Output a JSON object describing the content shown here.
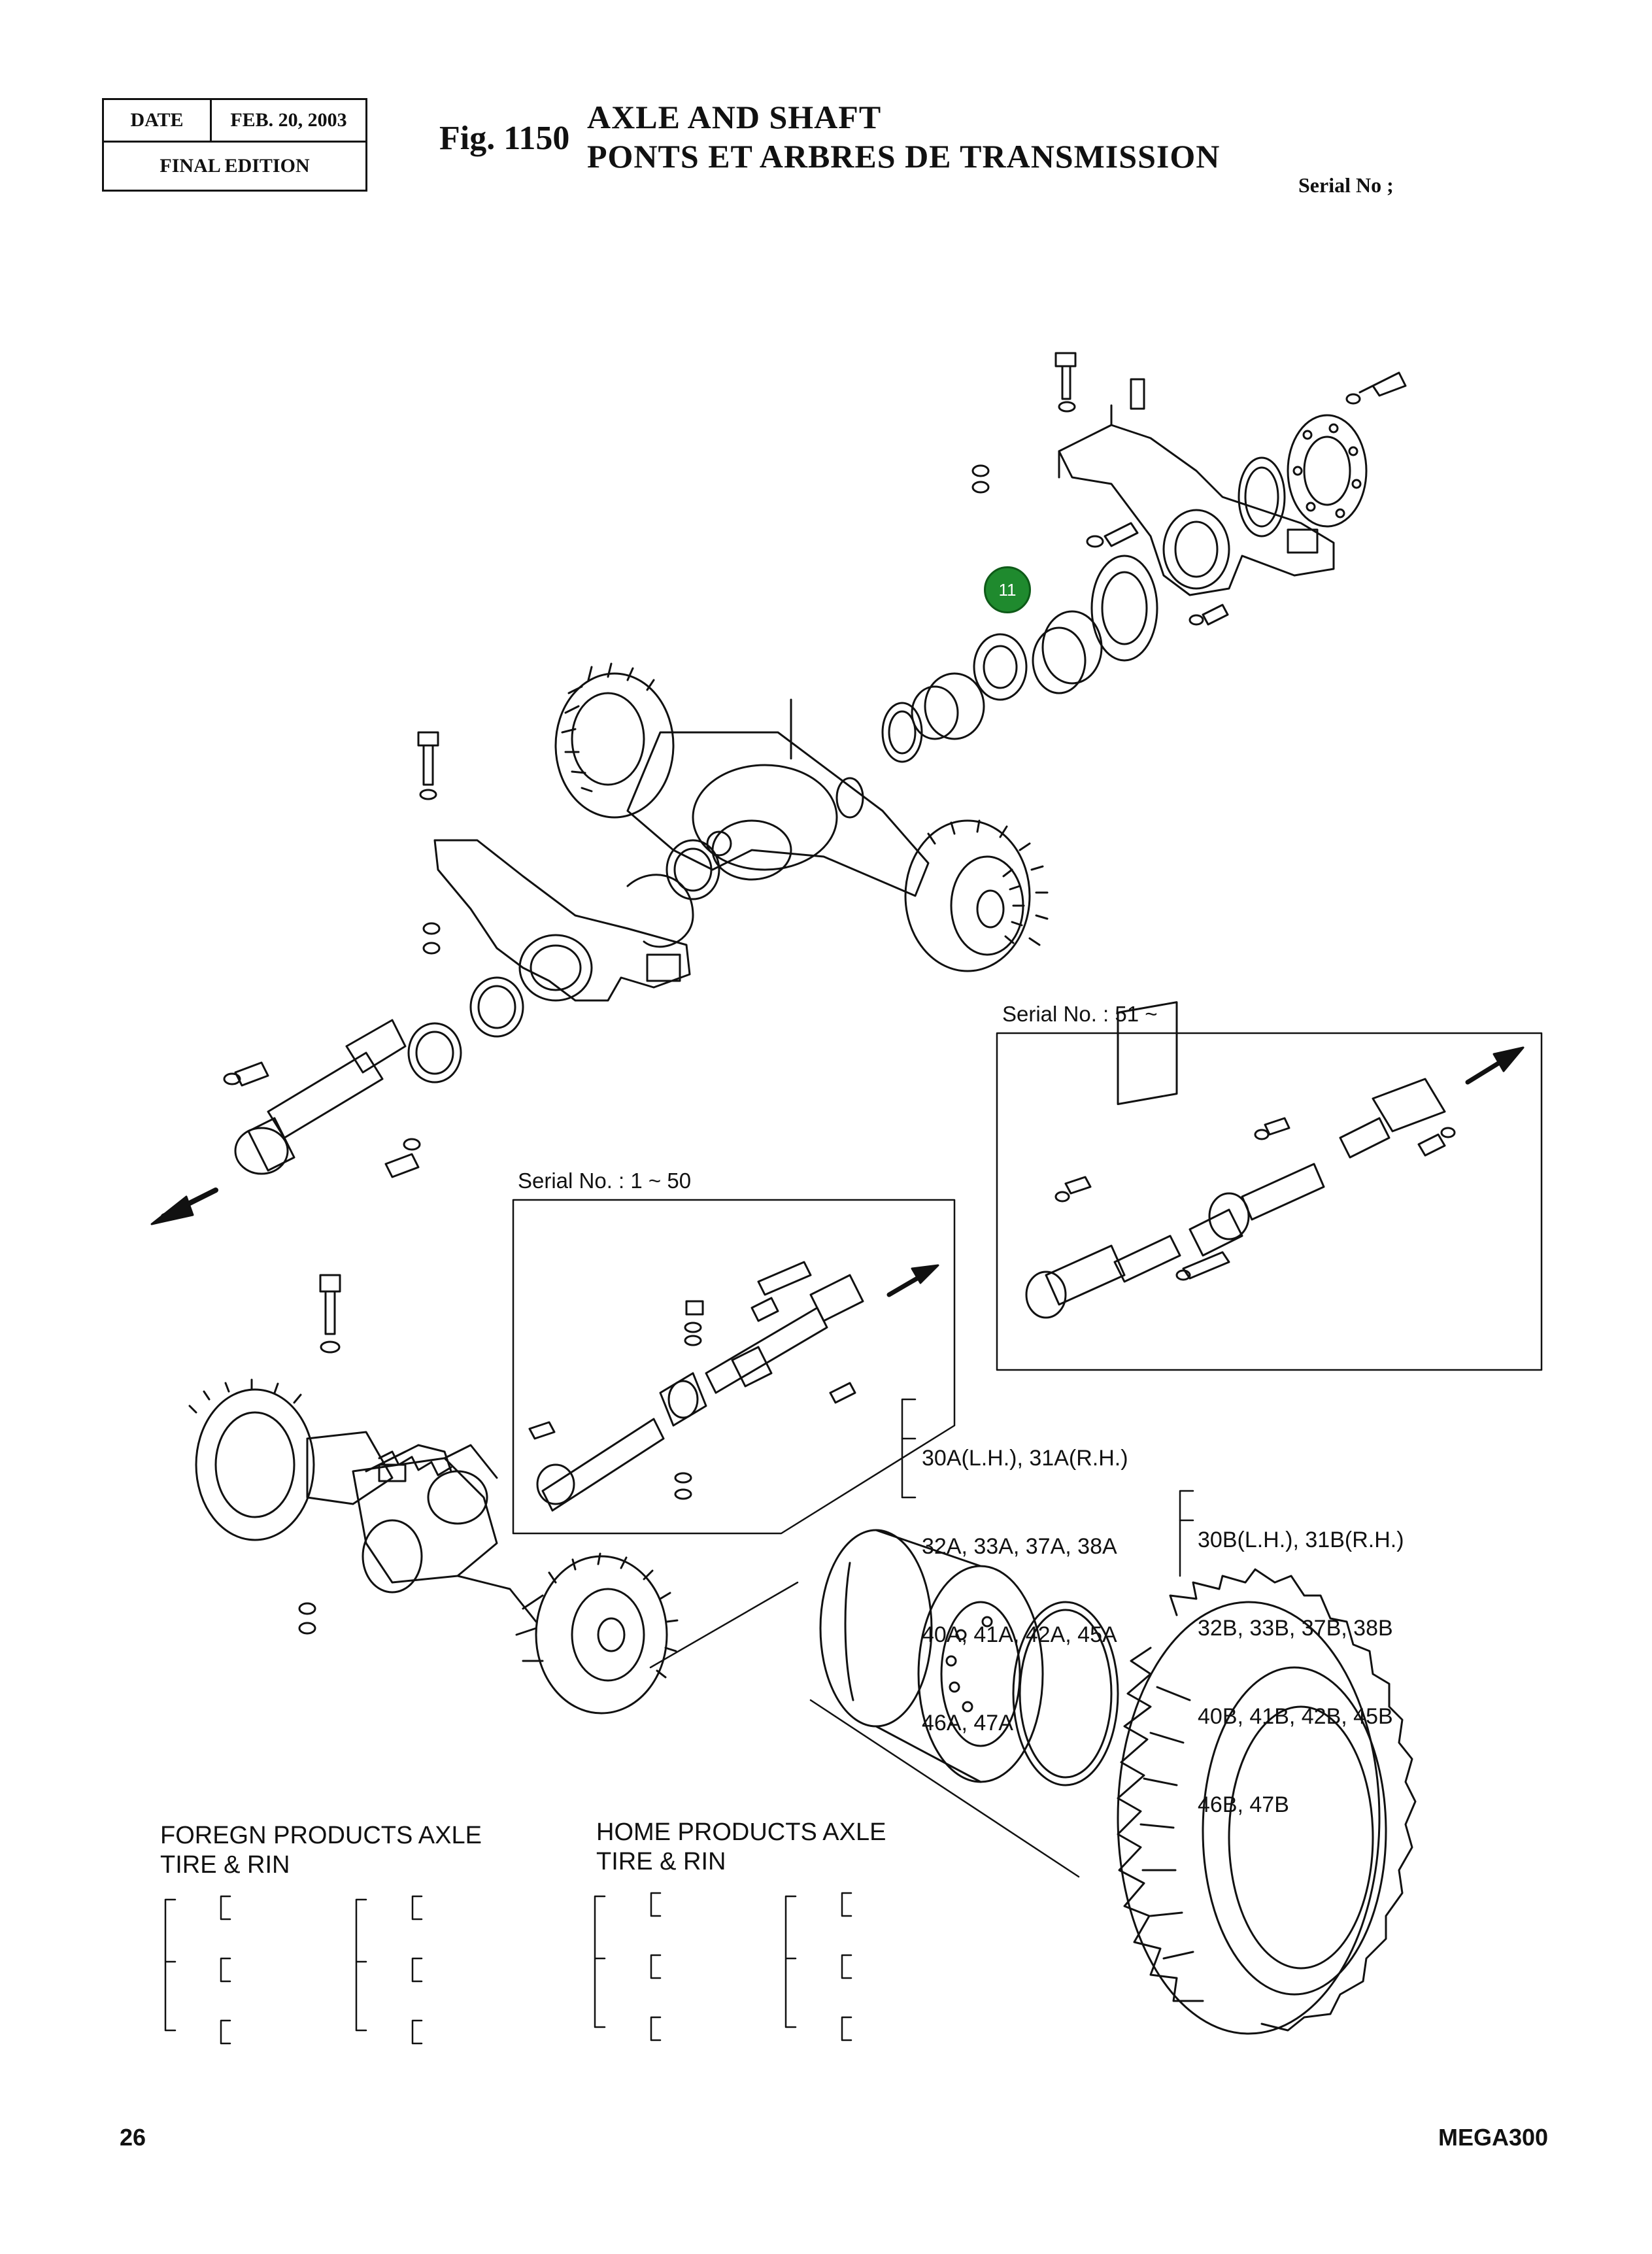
{
  "header": {
    "date_label": "DATE",
    "date_value": "FEB. 20, 2003",
    "edition": "FINAL EDITION"
  },
  "figure": {
    "number": "Fig. 1150",
    "title_en": "AXLE AND SHAFT",
    "title_fr": "PONTS ET ARBRES DE TRANSMISSION",
    "serial": "Serial No ;"
  },
  "panels": {
    "serial_51": "Serial No. : 51 ~",
    "serial_1_50": "Serial No. : 1 ~ 50"
  },
  "badge": {
    "label": "11",
    "color": "#1f8a2e"
  },
  "callouts": {
    "group_a": [
      "30A(L.H.), 31A(R.H.)",
      "32A, 33A, 37A, 38A",
      "40A, 41A, 42A, 45A",
      "46A, 47A"
    ],
    "group_b": [
      "30B(L.H.), 31B(R.H.)",
      "32B, 33B, 37B, 38B",
      "40B, 41B, 42B, 45B",
      "46B, 47B"
    ]
  },
  "legend": {
    "foreign_title": [
      "FOREGN PRODUCTS AXLE",
      "TIRE & RIN"
    ],
    "home_title": [
      "HOME PRODUCTS AXLE",
      "TIRE & RIN"
    ]
  },
  "footer": {
    "page": "26",
    "model": "MEGA300"
  }
}
